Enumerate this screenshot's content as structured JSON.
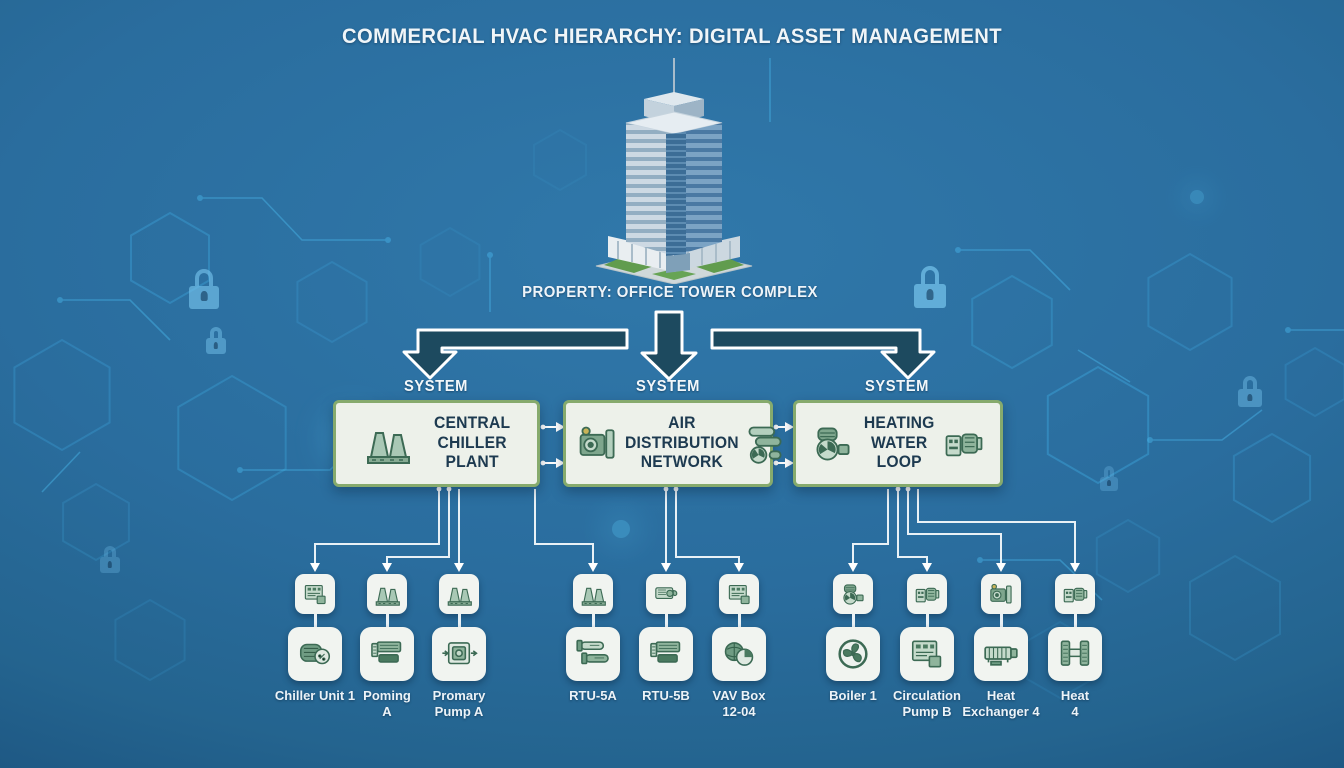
{
  "title": "COMMERCIAL HVAC HIERARCHY: DIGITAL ASSET MANAGEMENT",
  "property": {
    "label": "PROPERTY: OFFICE TOWER COMPLEX",
    "icon": "office-tower-building-icon"
  },
  "hierarchy": {
    "level_label": "SYSTEM",
    "systems": [
      {
        "name": [
          "CENTRAL",
          "CHILLER",
          "PLANT"
        ],
        "icons": [
          "cooling-towers-icon"
        ]
      },
      {
        "name": [
          "AIR",
          "DISTRIBUTION",
          "NETWORK"
        ],
        "icons": [
          "air-handler-icon",
          "duct-fan-icon"
        ]
      },
      {
        "name": [
          "HEATING",
          "WATER",
          "LOOP"
        ],
        "icons": [
          "circulation-pump-icon",
          "boiler-unit-icon"
        ]
      }
    ],
    "assets": [
      {
        "label": [
          "Chiller Unit 1"
        ],
        "icon_top": "control-panel-icon",
        "icon_bottom": "compressor-gauge-icon"
      },
      {
        "label": [
          "Poming",
          "A"
        ],
        "icon_top": "cooling-towers-icon",
        "icon_bottom": "pump-skid-icon"
      },
      {
        "label": [
          "Promary",
          "Pump A"
        ],
        "icon_top": "cooling-towers-icon",
        "icon_bottom": "pump-box-icon"
      },
      {
        "label": [
          "RTU-5A"
        ],
        "icon_top": "cooling-towers-icon",
        "icon_bottom": "pipes-icon"
      },
      {
        "label": [
          "RTU-5B"
        ],
        "icon_top": "rooftop-unit-icon",
        "icon_bottom": "pump-skid-icon"
      },
      {
        "label": [
          "VAV Box",
          "12-04"
        ],
        "icon_top": "control-panel-icon",
        "icon_bottom": "vav-damper-icon"
      },
      {
        "label": [
          "Boiler 1"
        ],
        "icon_top": "circulation-pump-icon",
        "icon_bottom": "fan-icon"
      },
      {
        "label": [
          "Circulation",
          "Pump B"
        ],
        "icon_top": "boiler-unit-icon",
        "icon_bottom": "control-panel-icon"
      },
      {
        "label": [
          "Heat",
          "Exchanger 4"
        ],
        "icon_top": "air-handler-icon",
        "icon_bottom": "heat-exchanger-icon"
      },
      {
        "label": [
          "Heat",
          "4"
        ],
        "icon_top": "boiler-unit-icon",
        "icon_bottom": "exchanger-tanks-icon"
      }
    ]
  },
  "colors": {
    "background_blue": "#2a6d9e",
    "arrow_fill": "#1d4a5f",
    "box_background": "#edf1ea",
    "box_border_green": "#86aa6d",
    "box_text_navy": "#1d3a50",
    "tile_background": "#f1f4f0",
    "icon_green": "#3c6a54",
    "hex_line_cyan": "#3fa9e0",
    "label_white": "#eef4f9"
  }
}
